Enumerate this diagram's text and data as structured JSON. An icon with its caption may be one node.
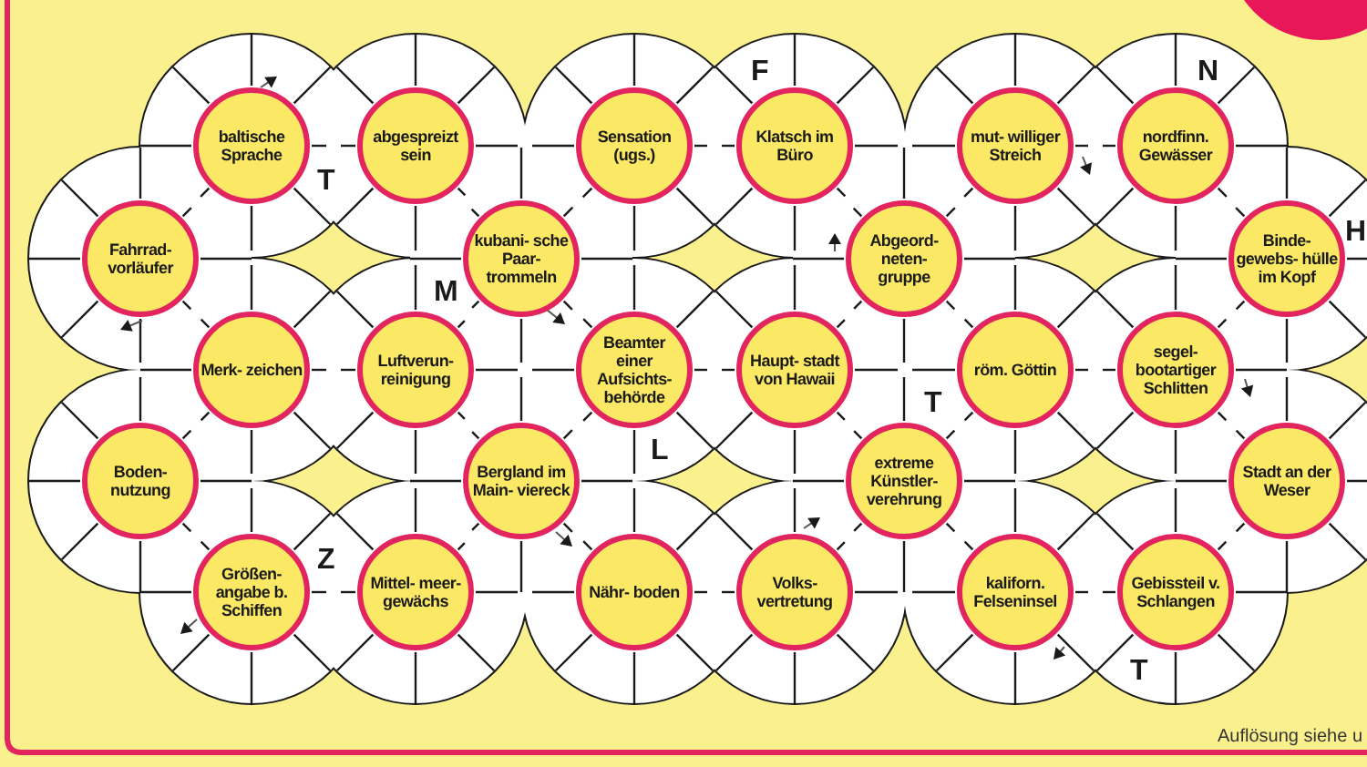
{
  "diagram": {
    "nodes": [
      {
        "text": [
          "baltische Sprache"
        ]
      },
      {
        "text": [
          "abgespreizt sein"
        ]
      },
      {
        "text": [
          "Sensation (ugs.)"
        ]
      },
      {
        "text": [
          "Klatsch im Büro"
        ]
      },
      {
        "text": [
          "mut- williger Streich"
        ]
      },
      {
        "text": [
          "nordfinn. Gewässer"
        ]
      },
      {
        "text": [
          "Fahrrad- vorläufer"
        ]
      },
      {
        "text": [
          "kubani- sche Paar- trommeln"
        ]
      },
      {
        "text": [
          "Abgeord- neten- gruppe"
        ]
      },
      {
        "text": [
          "Binde- gewebs- hülle im Kopf"
        ]
      },
      {
        "text": [
          "Merk- zeichen"
        ]
      },
      {
        "text": [
          "Luftverun- reinigung"
        ]
      },
      {
        "text": [
          "Beamter einer Aufsichts- behörde"
        ]
      },
      {
        "text": [
          "Haupt- stadt von Hawaii"
        ]
      },
      {
        "text": [
          "röm. Göttin"
        ]
      },
      {
        "text": [
          "segel- bootartiger Schlitten"
        ]
      },
      {
        "text": [
          "Boden- nutzung"
        ]
      },
      {
        "text": [
          "Bergland im Main- viereck"
        ]
      },
      {
        "text": [
          "extreme Künstler- verehrung"
        ]
      },
      {
        "text": [
          "Stadt an der Weser"
        ]
      },
      {
        "text": [
          "Größen- angabe b. Schiffen"
        ]
      },
      {
        "text": [
          "Mittel- meer- gewächs"
        ]
      },
      {
        "text": [
          "Nähr- boden"
        ]
      },
      {
        "text": [
          "Volks- vertretung"
        ]
      },
      {
        "text": [
          "kaliforn. Felseninsel"
        ]
      },
      {
        "text": [
          "Gebissteil v. Schlangen"
        ]
      }
    ],
    "labels": [
      "F",
      "N",
      "T",
      "H",
      "M",
      "T",
      "L",
      "Z",
      "T",
      "Auflösung siehe u"
    ]
  }
}
